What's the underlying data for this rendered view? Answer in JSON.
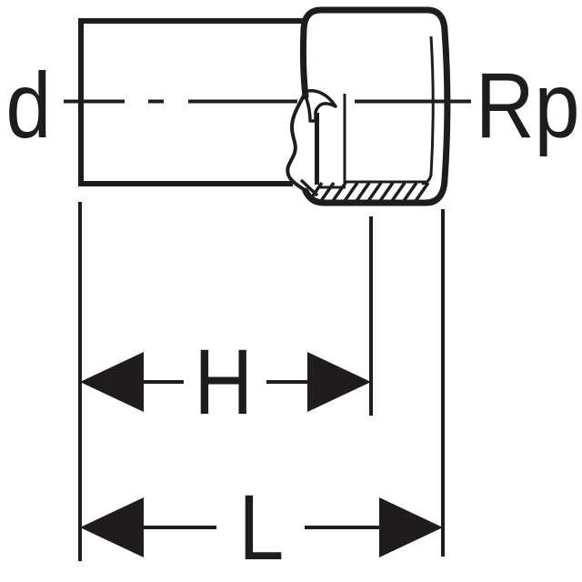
{
  "diagram": {
    "labels": {
      "diameter": "d",
      "thread": "Rp",
      "dim_height": "H",
      "dim_length": "L"
    },
    "colors": {
      "line": "#1e1c1c",
      "background": "#ffffff"
    }
  }
}
